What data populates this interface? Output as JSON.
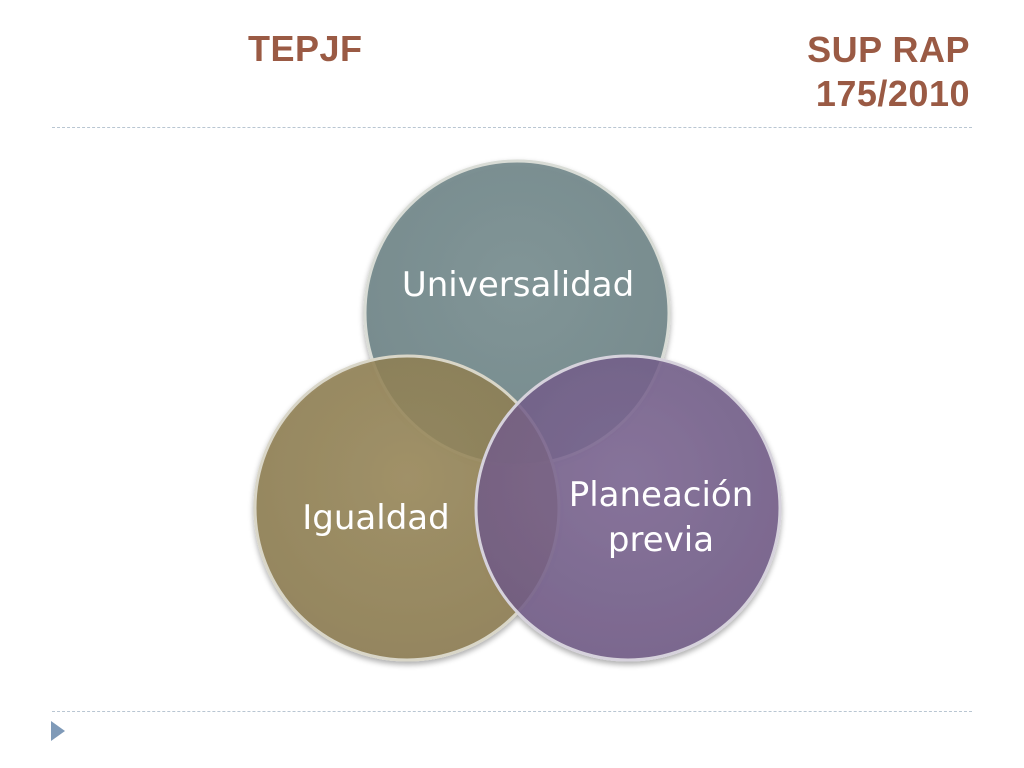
{
  "header": {
    "left_title": "TEPJF",
    "right_title_line1": "SUP RAP",
    "right_title_line2": "175/2010"
  },
  "diagram": {
    "circles": [
      {
        "label": "Universalidad",
        "color": "#6f8588"
      },
      {
        "label": "Igualdad",
        "color": "#8b7a4e"
      },
      {
        "label": "Planeación",
        "label_line2": "previa",
        "color": "#6e5884"
      }
    ]
  },
  "colors": {
    "title": "#9a5a44",
    "rule": "#b9c6d2",
    "bullet": "#7f9ab8"
  }
}
